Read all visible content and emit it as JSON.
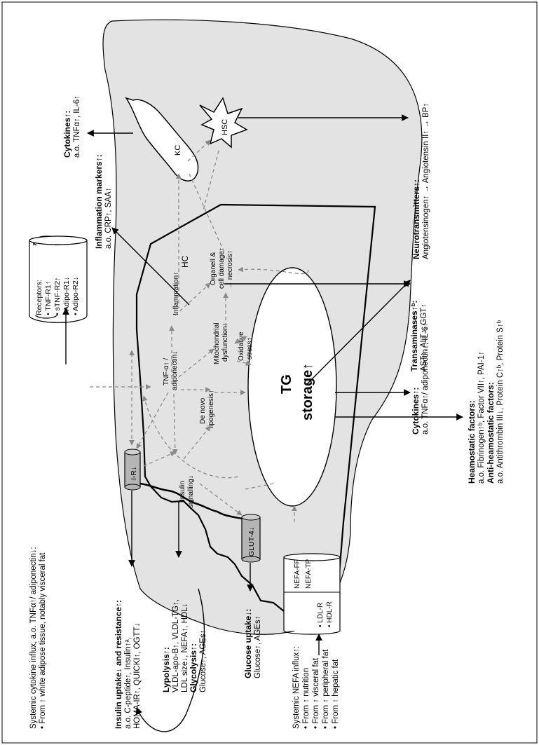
{
  "cells": {
    "hc": "HC",
    "kc": "KC",
    "hsc": "HSC"
  },
  "receptors": {
    "title": "Receptors:",
    "items": [
      "• TNF-R1↑",
      "• sTNF-R2↑",
      "• Adipo-R1↓",
      "• Adipo-R2↓"
    ]
  },
  "membrane": {
    "ir": "I-R↓",
    "glut4": "GLUT-4↓",
    "nefa_ff": "NEFA-FF",
    "nefa_tp": "NEFA-TP",
    "ldl_r": "• LDL-R",
    "hdl_r": "• HDL-R"
  },
  "processes": {
    "tnf": [
      "TNF-α↑ /",
      "adiponectin↓"
    ],
    "inflammation": "Inflammation↑",
    "mito": [
      "Mitochondrial",
      "dysfunction↑"
    ],
    "organell": [
      "Organell &",
      "cell damage↑",
      "→ necrosis↑"
    ],
    "oxidative": [
      "Oxidative",
      "stress↑"
    ],
    "denovo": [
      "De novo",
      "lipogenesis↑"
    ],
    "insulin_sig": [
      "Insulin",
      "signalling↓"
    ],
    "tg": [
      "TG",
      "storage↑"
    ]
  },
  "annotations": {
    "systemic_cytokine": [
      "Systemic cytokine influx, a.o. TNFα↑/ adiponectin↓:",
      "• From ↑ white adipose tissue, notably visceral fat"
    ],
    "inflammation_markers": [
      "Inflammation markers↑:",
      "a.o. CRP↑, SAA↑"
    ],
    "cytokines_top": [
      "Cytokines↑:",
      "a.o. TNFα↑, IL-6↑"
    ],
    "transaminases": [
      "Transaminases↑ᵇ:",
      "AST↑, ALT↑, GGT↑"
    ],
    "neurotransmitters": [
      "Neurotransmitters↑:",
      "Angiotensinogen↑ → Angiotensin II↑ → BP↑"
    ],
    "cytokines_mid": [
      "Cytokines↑:",
      "a.o. TNFα↑/ adiponectin↓, IL-6↑"
    ],
    "haemostatic": [
      "Heamostatic factors:",
      "a.o. Fibrinogen↑ᵇ, Factor VII↑, PAI-1↑",
      "Anti-heamostatic factors:",
      "a.o. Antithrombin III↓, Protein C↑ᵇ, Protein S↑ᵇ"
    ],
    "insulin_uptake": [
      "Insulin uptake↓ and resistance↑:",
      "a.o. C-peptide↑, Insulin↑ᵃ,",
      "HOMA-IR↑, QUICKI↑, OGTT↓"
    ],
    "lypolysis": [
      "Lypolysis↑:",
      "VLDL-apo-B↑, VLDL-TG↑,",
      "LDL size↓, NEFA↑, HDL↓",
      "Glycolysis↑:",
      "Glucose↑, AGEs↑"
    ],
    "glucose_uptake": [
      "Glucose uptake↓:",
      "Glucose↑, AGEs↑"
    ],
    "nefa_influx": [
      "Systemic NEFA influx↑:",
      "• From ↑ nutrition",
      "• From ↑ visceral fat",
      "• From ↑ peripheral fat",
      "• From ↑ hepatic fat"
    ]
  }
}
